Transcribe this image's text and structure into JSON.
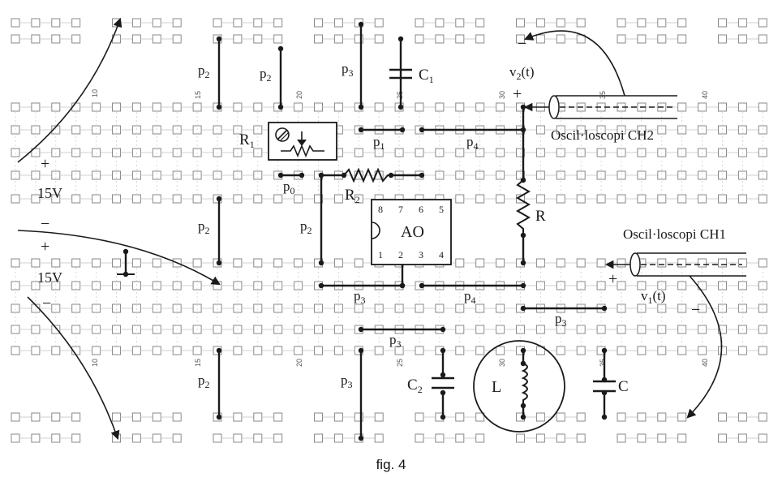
{
  "caption": "fig. 4",
  "labels": {
    "p2": "p",
    "sub2": "2",
    "p3": "p",
    "sub3": "3",
    "p1": "p",
    "sub1": "1",
    "p4": "p",
    "sub4": "4",
    "p0": "p",
    "sub0": "0",
    "C1": "C",
    "C1sub": "1",
    "C2": "C",
    "C2sub": "2",
    "C": "C",
    "R1": "R",
    "R1sub": "1",
    "R2": "R",
    "R2sub": "2",
    "R": "R",
    "L": "L",
    "AO": "AO",
    "v2": "v",
    "v2sub": "2",
    "v2arg": "(t)",
    "v1": "v",
    "v1sub": "1",
    "v1arg": "(t)",
    "osc2": "Oscil·loscopi  CH2",
    "osc1": "Oscil·loscopi  CH1",
    "v15a": "15V",
    "v15b": "15V",
    "plus": "+",
    "minus": "−"
  },
  "chip_pins_top": [
    "8",
    "7",
    "6",
    "5"
  ],
  "chip_pins_bottom": [
    "1",
    "2",
    "3",
    "4"
  ],
  "column_numbers": [
    "10",
    "15",
    "20",
    "25",
    "30",
    "35",
    "40"
  ],
  "colors": {
    "grid": "#8a8a8a",
    "ink": "#1a1a1a"
  }
}
